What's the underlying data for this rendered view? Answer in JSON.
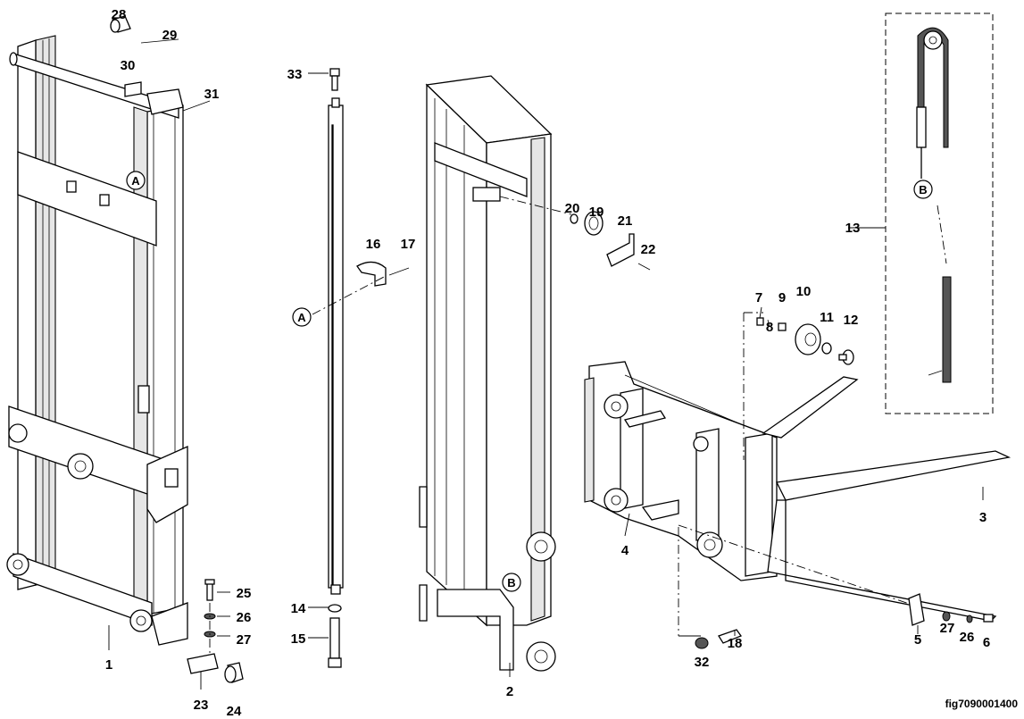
{
  "figure_id": "fig7090001400",
  "callouts": [
    "28",
    "29",
    "30",
    "31",
    "33",
    "16",
    "17",
    "20",
    "19",
    "21",
    "22",
    "7",
    "9",
    "10",
    "8",
    "11",
    "12",
    "13",
    "3",
    "4",
    "5",
    "27",
    "26",
    "6",
    "32",
    "18",
    "25",
    "26",
    "27",
    "1",
    "23",
    "24",
    "14",
    "15",
    "2"
  ],
  "reference_markers": [
    "A",
    "A",
    "B",
    "B"
  ]
}
